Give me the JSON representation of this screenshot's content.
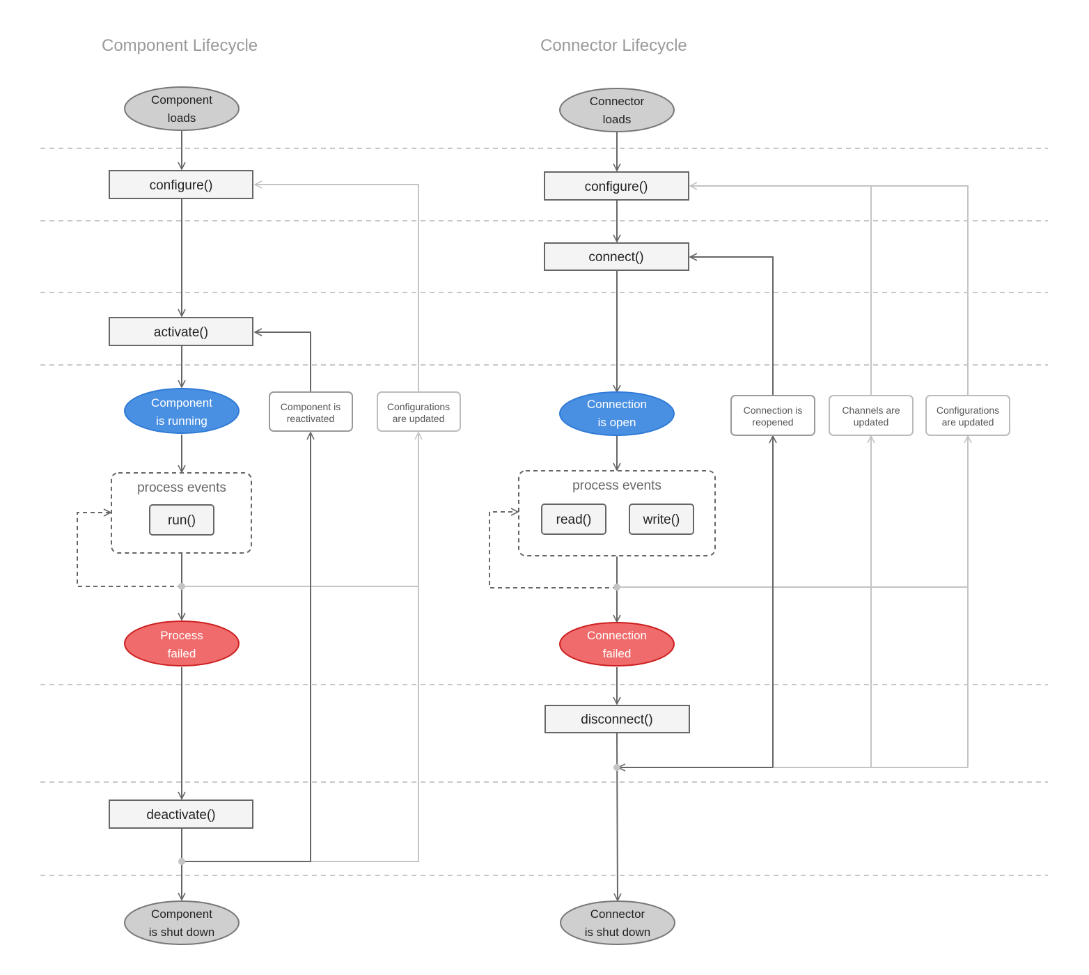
{
  "titles": {
    "component": "Component Lifecycle",
    "connector": "Connector Lifecycle"
  },
  "component": {
    "loads": [
      "Component",
      "loads"
    ],
    "configure": "configure()",
    "activate": "activate()",
    "running": [
      "Component",
      "is running"
    ],
    "process_events": "process events",
    "run": "run()",
    "failed": [
      "Process",
      "failed"
    ],
    "deactivate": "deactivate()",
    "shutdown": [
      "Component",
      "is shut down"
    ],
    "reactivated": [
      "Component is",
      "reactivated"
    ],
    "config_updated": [
      "Configurations",
      "are updated"
    ]
  },
  "connector": {
    "loads": [
      "Connector",
      "loads"
    ],
    "configure": "configure()",
    "connect": "connect()",
    "open": [
      "Connection",
      "is open"
    ],
    "process_events": "process events",
    "read": "read()",
    "write": "write()",
    "failed": [
      "Connection",
      "failed"
    ],
    "disconnect": "disconnect()",
    "shutdown": [
      "Connector",
      "is shut down"
    ],
    "reopened": [
      "Connection is",
      "reopened"
    ],
    "channels_updated": [
      "Channels are",
      "updated"
    ],
    "config_updated": [
      "Configurations",
      "are updated"
    ]
  },
  "colors": {
    "start_end_fill": "#cfcfcf",
    "running_fill": "#4a90e2",
    "failed_fill": "#f06b6b",
    "box_fill": "#f4f4f4",
    "dark_line": "#666666",
    "light_line": "#c4c4c4"
  }
}
